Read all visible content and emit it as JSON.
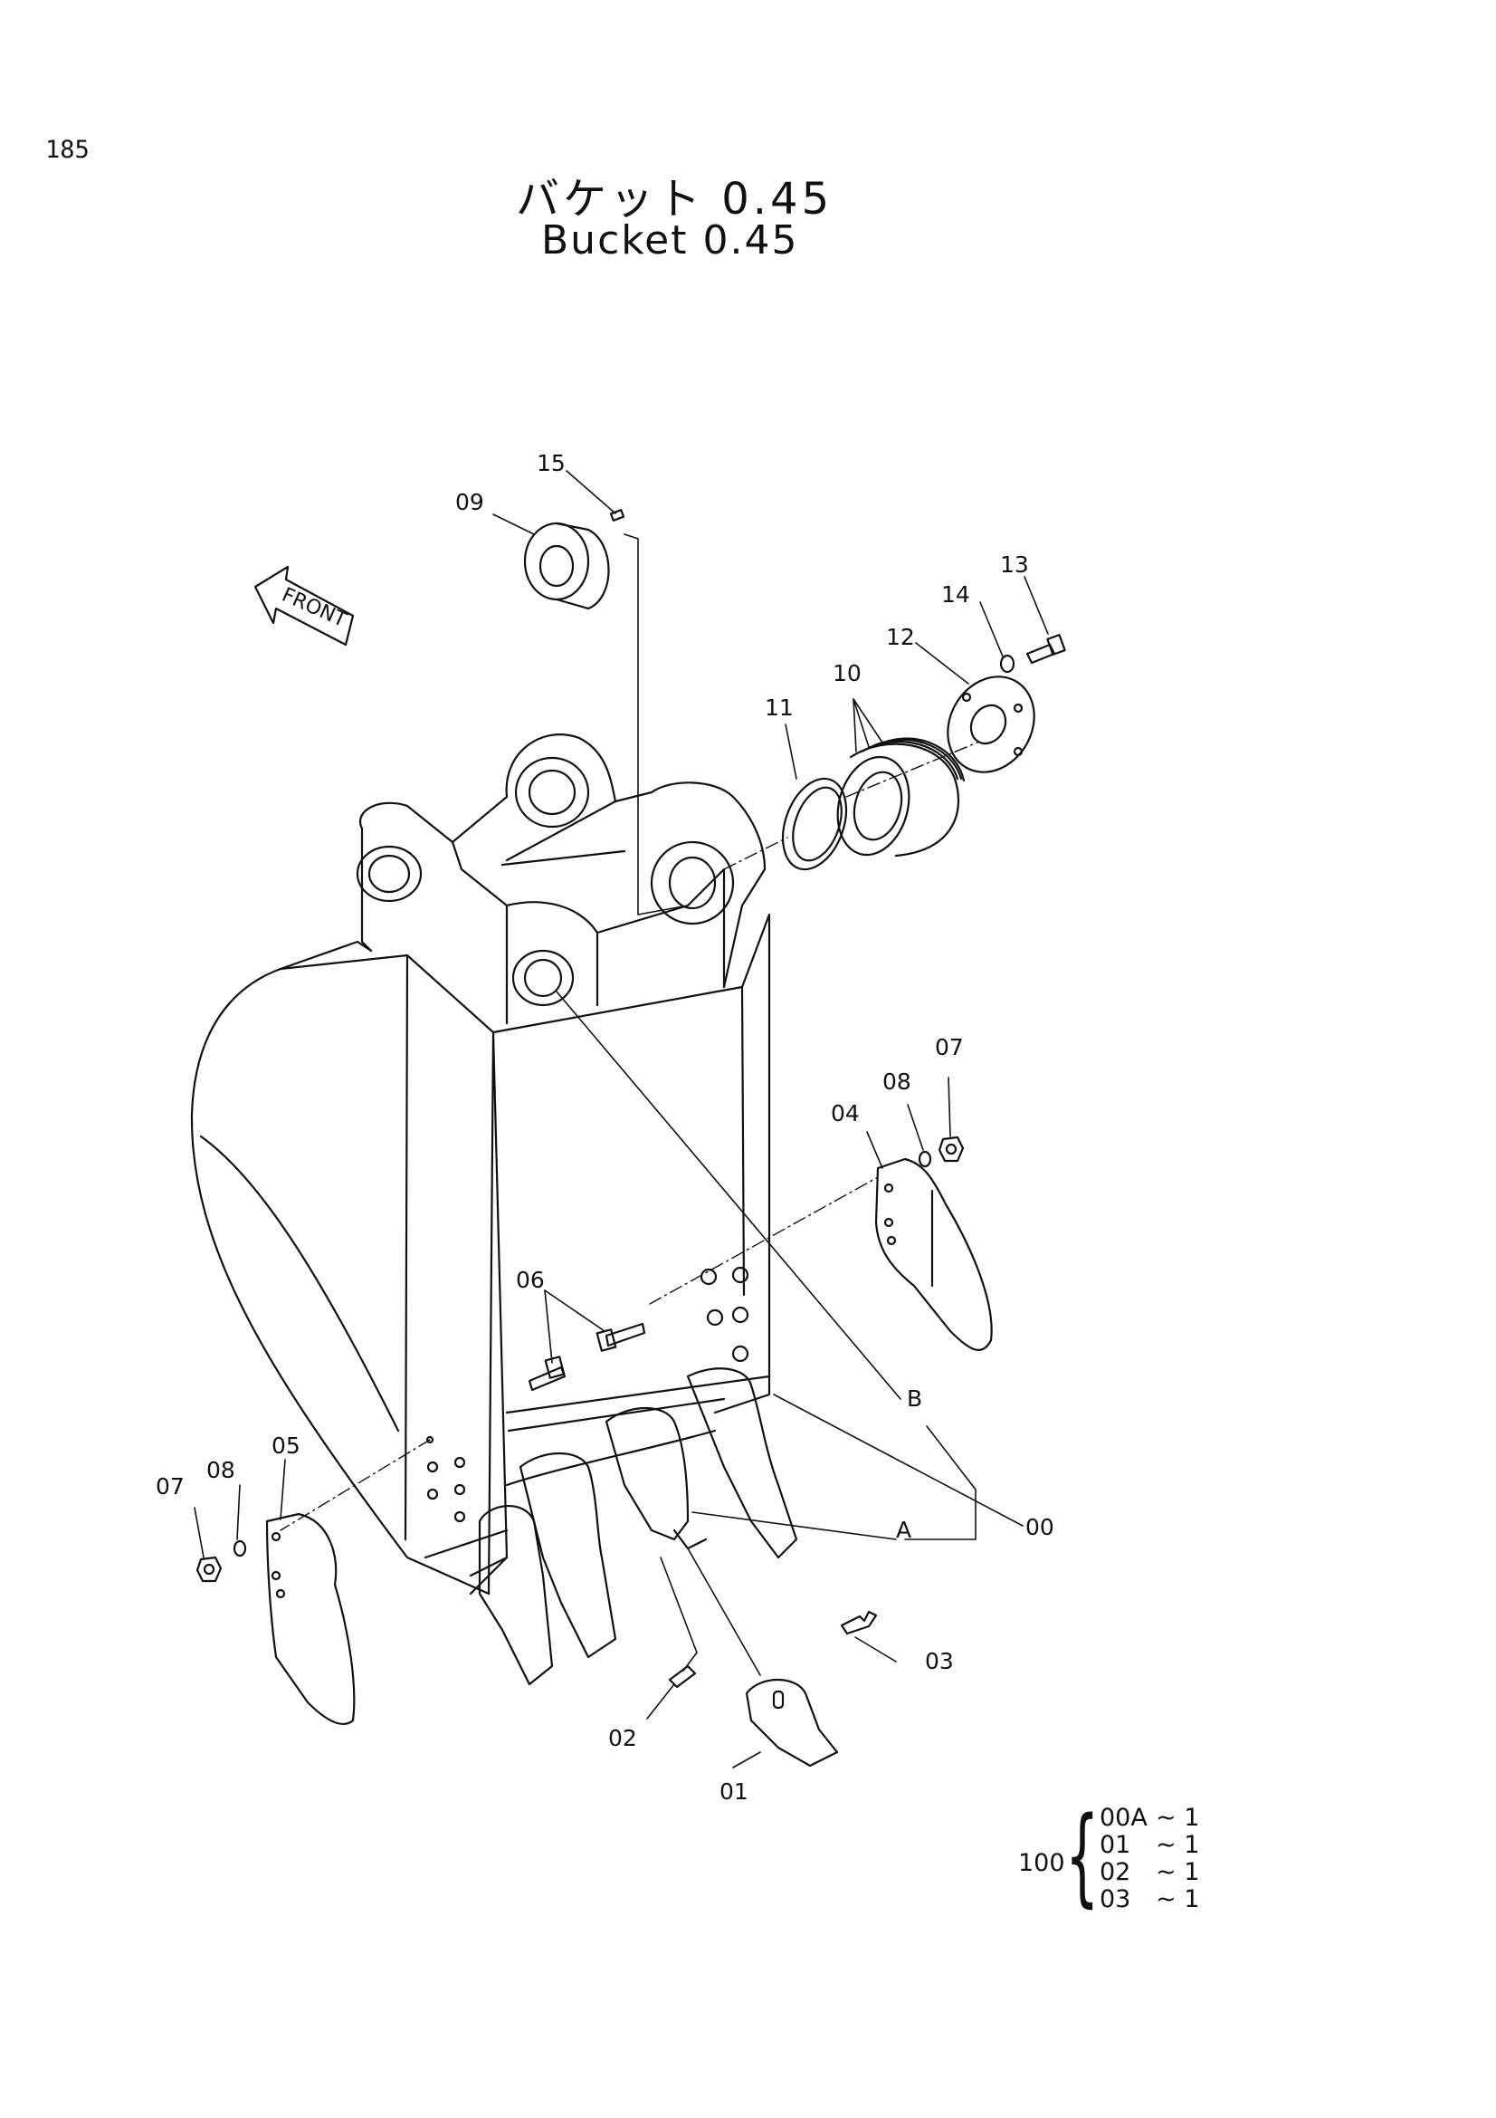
{
  "page_number": "185",
  "title_jp": "バケット 0.45",
  "title_en": "Bucket 0.45",
  "front_label": "FRONT",
  "callouts": {
    "c15": "15",
    "c09": "09",
    "c13": "13",
    "c14": "14",
    "c12": "12",
    "c10": "10",
    "c11": "11",
    "c07r": "07",
    "c08r": "08",
    "c04": "04",
    "c06": "06",
    "cB": "B",
    "c00": "00",
    "c07l": "07",
    "c08l": "08",
    "c05": "05",
    "cA": "A",
    "c03": "03",
    "c02": "02",
    "c01": "01"
  },
  "kit": {
    "main": "100",
    "rows": [
      {
        "part": "00A",
        "qty": "~ 1"
      },
      {
        "part": "01",
        "qty": "~ 1"
      },
      {
        "part": "02",
        "qty": "~ 1"
      },
      {
        "part": "03",
        "qty": "~ 1"
      }
    ]
  }
}
